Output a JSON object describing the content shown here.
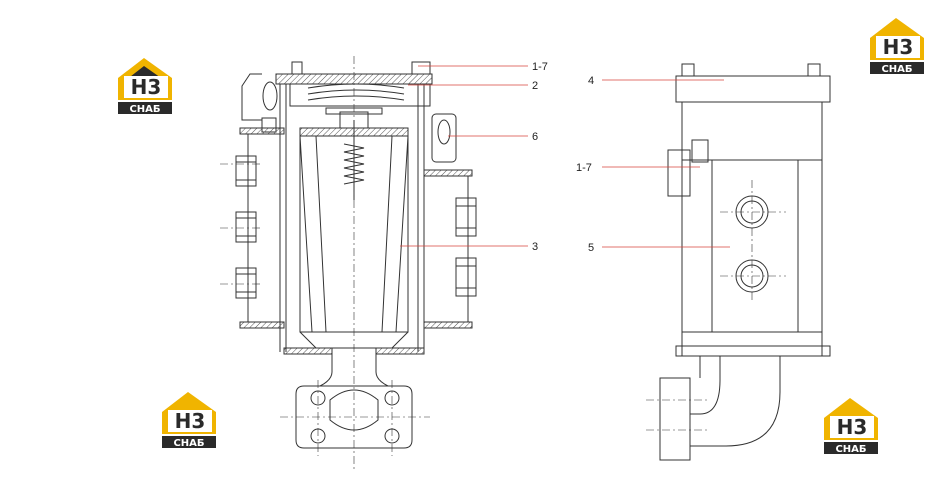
{
  "callouts": {
    "c1": "1-7",
    "c2": "2",
    "c3": "6",
    "c4": "3",
    "c5": "4",
    "c6": "1-7",
    "c7": "5"
  },
  "logo": {
    "mark": "H3",
    "word": "СНАБ"
  },
  "colors": {
    "line": "#333333",
    "leader": "#d9443c",
    "logo_yellow": "#f0b400",
    "logo_dark": "#2a2a2a"
  }
}
